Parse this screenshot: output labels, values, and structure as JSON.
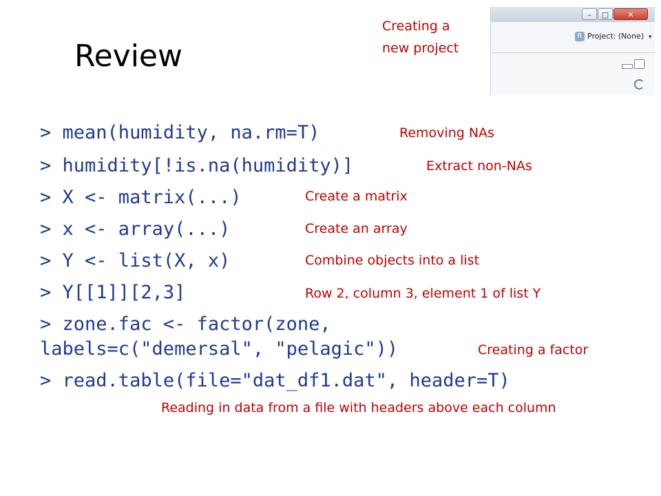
{
  "slide": {
    "title": "Review"
  },
  "rstudio": {
    "window_buttons": {
      "minimize": "–",
      "maximize": "□",
      "close": "✕"
    },
    "project_label": "Project: (None)",
    "project_arrow": "▾"
  },
  "notes": {
    "new_project": "Creating a new project"
  },
  "lines": [
    {
      "prompt": ">",
      "code": "mean(humidity, na.rm=T)",
      "note": "Removing NAs"
    },
    {
      "prompt": ">",
      "code": "humidity[!is.na(humidity)]",
      "note": "Extract non-NAs"
    },
    {
      "prompt": ">",
      "code": "X <- matrix(...)",
      "note": "Create a matrix"
    },
    {
      "prompt": ">",
      "code": "x <- array(...)",
      "note": "Create an array"
    },
    {
      "prompt": ">",
      "code": "Y <- list(X, x)",
      "note": "Combine objects into a list"
    },
    {
      "prompt": ">",
      "code": "Y[[1]][2,3]",
      "note": "Row 2, column 3, element 1 of list Y"
    },
    {
      "prompt": ">",
      "code": "zone.fac <- factor(zone,",
      "code2": "labels=c(\"demersal\", \"pelagic\"))",
      "note": "Creating a factor"
    },
    {
      "prompt": ">",
      "code": "read.table(file=\"dat_df1.dat\", header=T)",
      "note": "Reading in data from a file with headers above each column"
    }
  ],
  "colors": {
    "code_text": "#1f3a93",
    "note_text": "#c00000",
    "title_text": "#000000"
  }
}
